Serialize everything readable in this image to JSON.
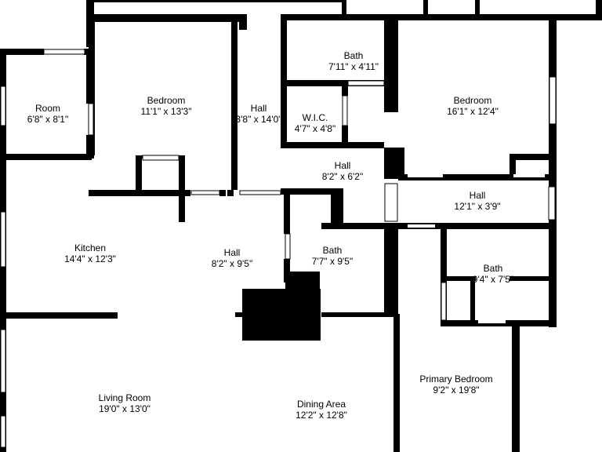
{
  "rooms": {
    "room": {
      "name": "Room",
      "dims": "6'8\" x 8'1\""
    },
    "bedroom_left": {
      "name": "Bedroom",
      "dims": "11'1\" x 13'3\""
    },
    "hall_vertical": {
      "name": "Hall",
      "dims": "3'8\" x 14'0\""
    },
    "bath_top": {
      "name": "Bath",
      "dims": "7'11\" x 4'11\""
    },
    "wic": {
      "name": "W.I.C.",
      "dims": "4'7\" x 4'8\""
    },
    "bedroom_right": {
      "name": "Bedroom",
      "dims": "16'1\" x 12'4\""
    },
    "hall_mid": {
      "name": "Hall",
      "dims": "8'2\" x 6'2\""
    },
    "hall_right": {
      "name": "Hall",
      "dims": "12'1\" x 3'9\""
    },
    "kitchen": {
      "name": "Kitchen",
      "dims": "14'4\" x 12'3\""
    },
    "hall_center": {
      "name": "Hall",
      "dims": "8'2\" x 9'5\""
    },
    "bath_center": {
      "name": "Bath",
      "dims": "7'7\" x 9'5\""
    },
    "bath_right": {
      "name": "Bath",
      "dims": "9'4\" x 7'5\""
    },
    "living_room": {
      "name": "Living Room",
      "dims": "19'0\" x 13'0\""
    },
    "dining_area": {
      "name": "Dining Area",
      "dims": "12'2\" x 12'8\""
    },
    "primary_bedroom": {
      "name": "Primary Bedroom",
      "dims": "9'2\" x 19'8\""
    }
  },
  "colors": {
    "wall": "#000000",
    "window": "#d0d0d0",
    "background": "#ffffff"
  }
}
